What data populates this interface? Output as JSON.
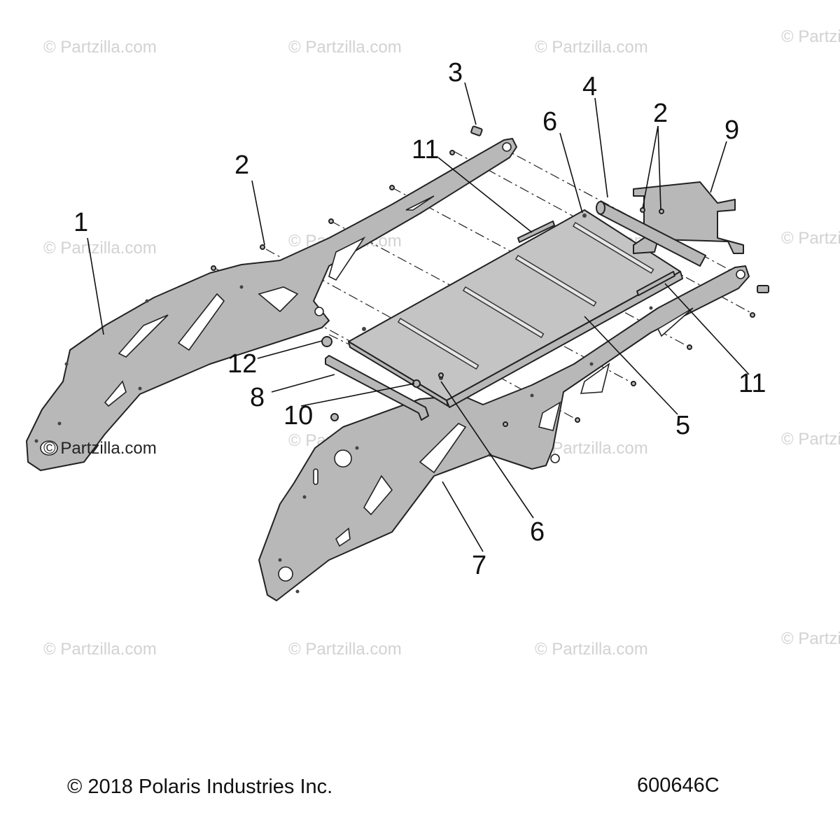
{
  "watermark": "© Partzilla.com",
  "callouts": [
    "1",
    "2",
    "3",
    "4",
    "2",
    "9",
    "6",
    "11",
    "12",
    "8",
    "10",
    "6",
    "7",
    "5",
    "11"
  ],
  "footer": {
    "copyright": "© 2018 Polaris Industries Inc.",
    "diagram_id": "600646C"
  }
}
